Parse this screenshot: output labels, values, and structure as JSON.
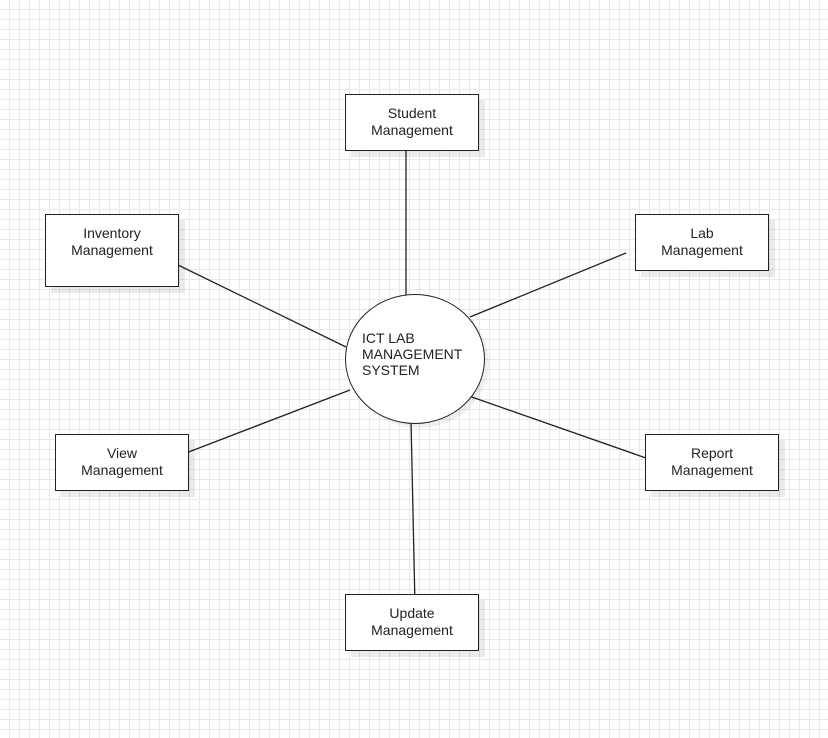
{
  "center": {
    "lines": [
      "ICT LAB",
      "MANAGEMENT",
      "SYSTEM"
    ]
  },
  "modules": [
    {
      "id": "student",
      "line1": "Student",
      "line2": "Management"
    },
    {
      "id": "inventory",
      "line1": "Inventory",
      "line2": "Management"
    },
    {
      "id": "lab",
      "line1": "Lab",
      "line2": "Management"
    },
    {
      "id": "view",
      "line1": "View",
      "line2": "Management"
    },
    {
      "id": "report",
      "line1": "Report",
      "line2": "Management"
    },
    {
      "id": "update",
      "line1": "Update",
      "line2": "Management"
    }
  ],
  "colors": {
    "line": "#222222",
    "grid": "#e9e9e9",
    "background": "#ffffff"
  }
}
